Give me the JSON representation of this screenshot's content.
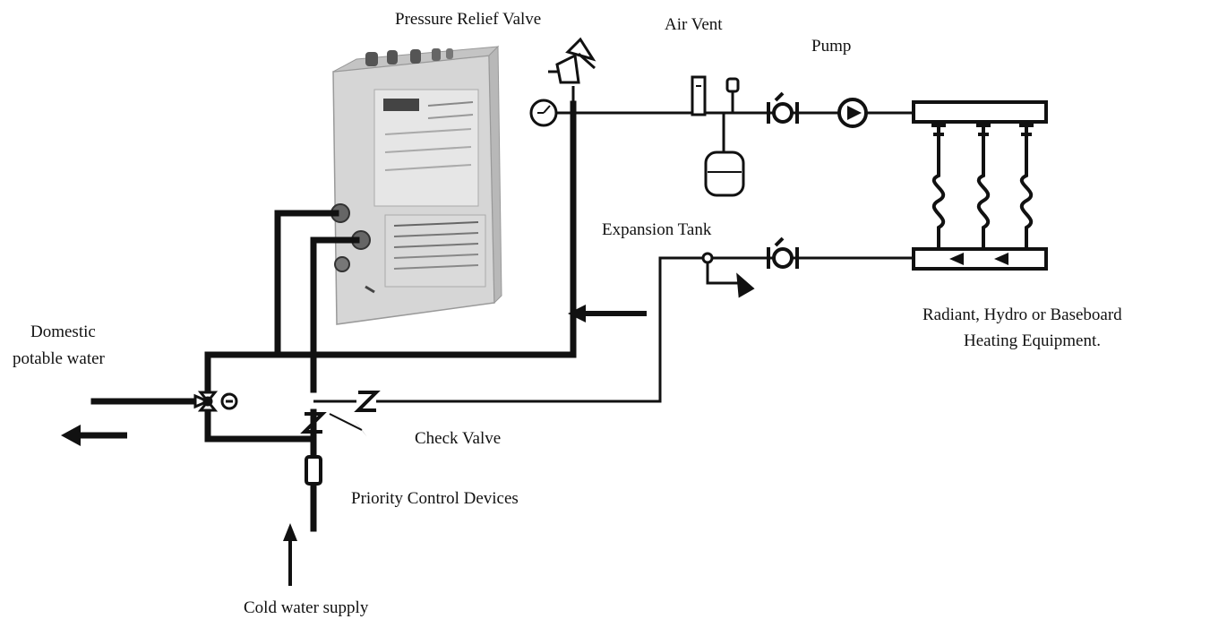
{
  "labels": {
    "pressure_relief_valve": "Pressure Relief Valve",
    "air_vent": "Air Vent",
    "pump": "Pump",
    "expansion_tank": "Expansion Tank",
    "heating_equipment_line1": "Radiant, Hydro or Baseboard",
    "heating_equipment_line2": "Heating Equipment.",
    "domestic_line1": "Domestic",
    "domestic_line2": "potable water",
    "check_valve": "Check Valve",
    "priority_control_devices": "Priority Control Devices",
    "cold_water_supply": "Cold water supply"
  },
  "colors": {
    "pipe": "#111111",
    "heater_body": "#d2d2d2",
    "heater_front": "#e9e9e9",
    "background": "#ffffff"
  },
  "icons": [
    "water-heater-icon",
    "pressure-gauge-icon",
    "relief-valve-icon",
    "air-vent-icon",
    "expansion-tank-icon",
    "isolation-valve-icon",
    "pump-icon",
    "radiator-icon",
    "drain-valve-icon",
    "check-valve-icon",
    "mixing-valve-icon",
    "flow-arrow-icon"
  ]
}
